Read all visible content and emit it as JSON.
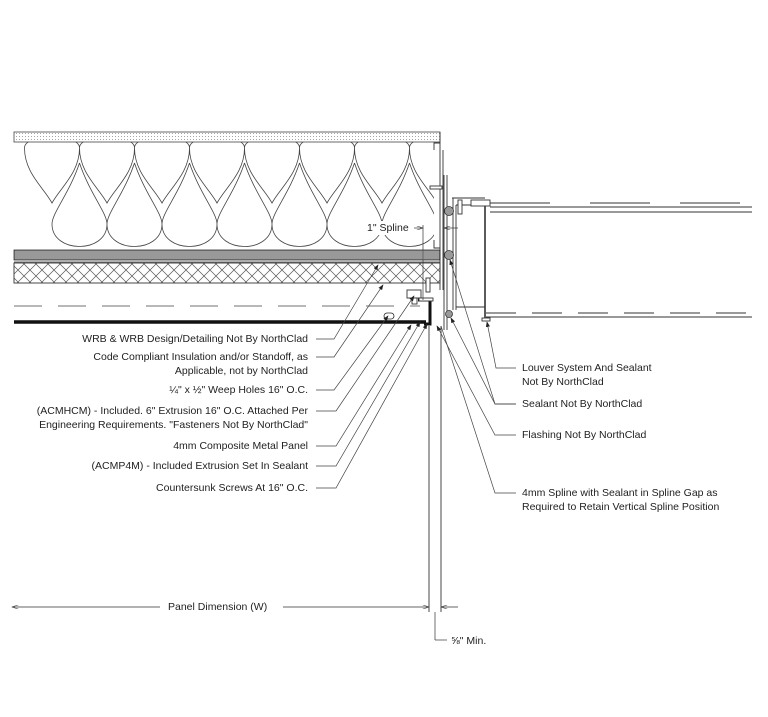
{
  "title": "Composite Metal Panel Louver Jamb Detail",
  "callouts_left": [
    {
      "id": "wrb",
      "lines": [
        "WRB & WRB Design/Detailing Not By NorthClad"
      ]
    },
    {
      "id": "insulation",
      "lines": [
        "Code Compliant Insulation and/or Standoff, as",
        "Applicable, not by NorthClad"
      ]
    },
    {
      "id": "weep",
      "lines": [
        "¼\" x ½\" Weep Holes 16\" O.C."
      ]
    },
    {
      "id": "acmhcm",
      "lines": [
        "(ACMHCM) - Included. 6\" Extrusion 16\" O.C. Attached Per",
        "Engineering Requirements. \"Fasteners Not By NorthClad\""
      ]
    },
    {
      "id": "panel",
      "lines": [
        "4mm Composite Metal Panel"
      ]
    },
    {
      "id": "acmp4m",
      "lines": [
        "(ACMP4M) - Included Extrusion Set In Sealant"
      ]
    },
    {
      "id": "screws",
      "lines": [
        "Countersunk Screws At 16\" O.C."
      ]
    }
  ],
  "callouts_right": [
    {
      "id": "louver",
      "lines": [
        "Louver System And Sealant",
        "Not By NorthClad"
      ]
    },
    {
      "id": "sealant",
      "lines": [
        "Sealant Not By NorthClad"
      ]
    },
    {
      "id": "flashing",
      "lines": [
        "Flashing Not By NorthClad"
      ]
    },
    {
      "id": "spline",
      "lines": [
        "4mm Spline with Sealant in Spline Gap as",
        "Required to Retain Vertical Spline Position"
      ]
    }
  ],
  "dimensions": {
    "spline": "1\" Spline",
    "panel_width": "Panel Dimension (W)",
    "min_gap": "⅝\" Min."
  },
  "colors": {
    "line": "#333333",
    "text": "#222222",
    "hatch": "#555555"
  }
}
